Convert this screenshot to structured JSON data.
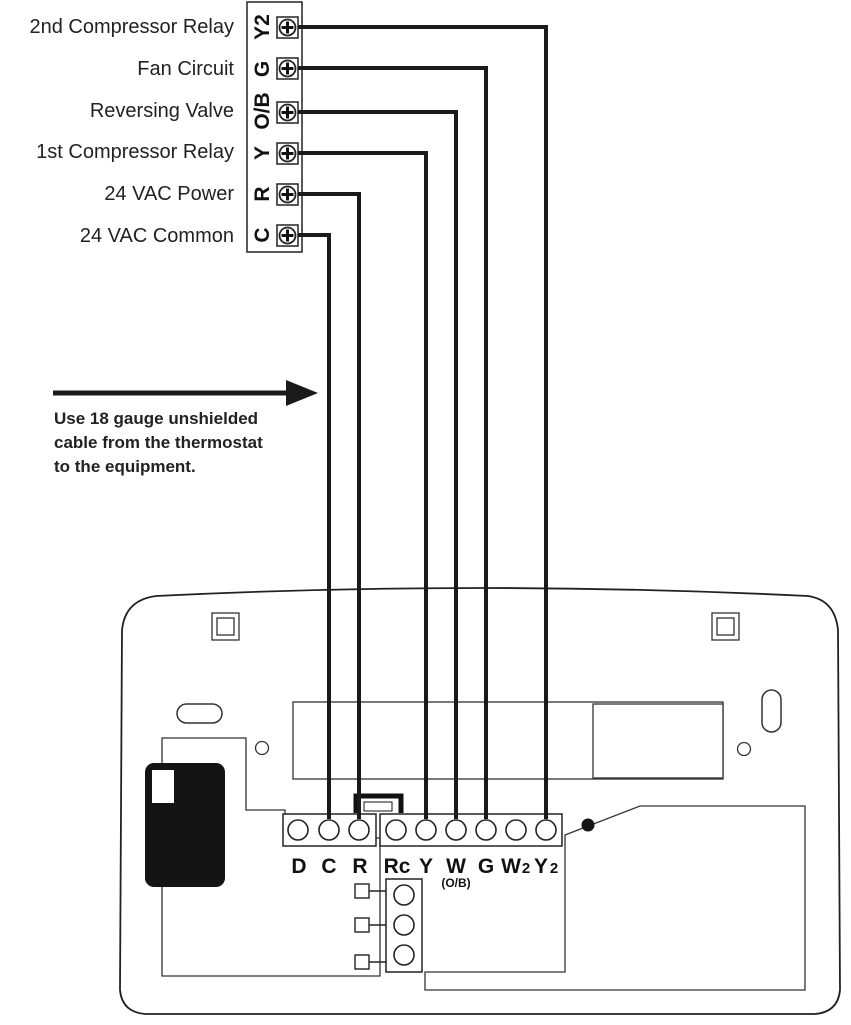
{
  "equipment_terminals": [
    {
      "letter": "Y2",
      "label": "2nd Compressor Relay"
    },
    {
      "letter": "G",
      "label": "Fan Circuit"
    },
    {
      "letter": "O/B",
      "label": "Reversing Valve"
    },
    {
      "letter": "Y",
      "label": "1st Compressor Relay"
    },
    {
      "letter": "R",
      "label": "24 VAC Power"
    },
    {
      "letter": "C",
      "label": "24 VAC Common"
    }
  ],
  "note": {
    "line1": "Use 18 gauge unshielded",
    "line2": "cable from the thermostat",
    "line3": "to the equipment."
  },
  "thermostat_terminals": {
    "D": "D",
    "C": "C",
    "R": "R",
    "Rc": "Rc",
    "Y": "Y",
    "W": "W",
    "W_sub": "(O/B)",
    "G": "G",
    "W2": "W",
    "W2_sub": "2",
    "Y2": "Y",
    "Y2_sub": "2"
  }
}
